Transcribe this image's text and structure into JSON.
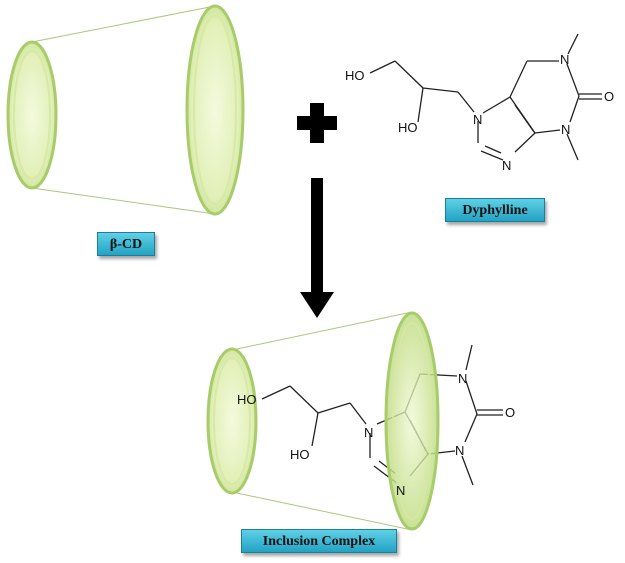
{
  "labels": {
    "beta_cd": "β-CD",
    "dyphylline": "Dyphylline",
    "inclusion_complex": "Inclusion  Complex"
  },
  "atoms": {
    "ho_upper": "HO",
    "ho_lower": "HO",
    "n7": "N",
    "n9": "N",
    "n1": "N",
    "n3": "N",
    "o_carbonyl": "O"
  },
  "colors": {
    "ring_fill": "#e6f3c2",
    "ring_stroke": "#a8cc6a",
    "label_fill": "#2fb3d2",
    "arrow": "#000000"
  },
  "icons": {
    "plus": "plus-icon",
    "arrow": "arrow-down-icon"
  }
}
